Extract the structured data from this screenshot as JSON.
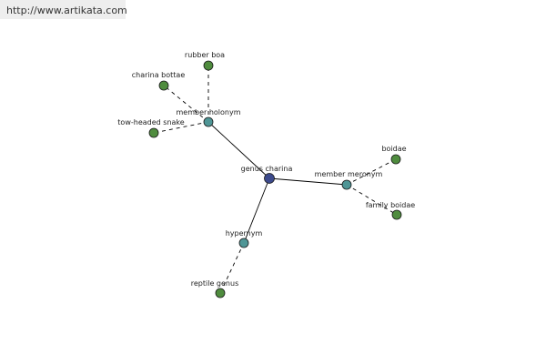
{
  "site_url": "http://www.artikata.com",
  "colors": {
    "center": "#3c4a8c",
    "relation": "#4f9696",
    "leaf": "#4f8c3e",
    "edge": "#000000",
    "banner_bg": "#eeeeee"
  },
  "graph": {
    "nodes": [
      {
        "id": "genus-charina",
        "label": "genus charina",
        "kind": "center"
      },
      {
        "id": "member-holonym",
        "label": "member holonym",
        "kind": "relation"
      },
      {
        "id": "member-meronym",
        "label": "member meronym",
        "kind": "relation"
      },
      {
        "id": "hypernym",
        "label": "hypernym",
        "kind": "relation"
      },
      {
        "id": "rubber-boa",
        "label": "rubber boa",
        "kind": "leaf"
      },
      {
        "id": "charina-bottae",
        "label": "charina bottae",
        "kind": "leaf"
      },
      {
        "id": "two-headed-snake",
        "label": "tow-headed snake",
        "kind": "leaf"
      },
      {
        "id": "boidae",
        "label": "boidae",
        "kind": "leaf"
      },
      {
        "id": "family-boidae",
        "label": "family boidae",
        "kind": "leaf"
      },
      {
        "id": "reptile-genus",
        "label": "reptile genus",
        "kind": "leaf"
      }
    ],
    "edges": [
      {
        "from": "genus-charina",
        "to": "member-holonym",
        "style": "solid"
      },
      {
        "from": "genus-charina",
        "to": "member-meronym",
        "style": "solid"
      },
      {
        "from": "genus-charina",
        "to": "hypernym",
        "style": "solid"
      },
      {
        "from": "member-holonym",
        "to": "rubber-boa",
        "style": "dashed"
      },
      {
        "from": "member-holonym",
        "to": "charina-bottae",
        "style": "dashed"
      },
      {
        "from": "member-holonym",
        "to": "two-headed-snake",
        "style": "dashed"
      },
      {
        "from": "member-meronym",
        "to": "boidae",
        "style": "dashed"
      },
      {
        "from": "member-meronym",
        "to": "family-boidae",
        "style": "dashed"
      },
      {
        "from": "hypernym",
        "to": "reptile-genus",
        "style": "dashed"
      }
    ]
  }
}
